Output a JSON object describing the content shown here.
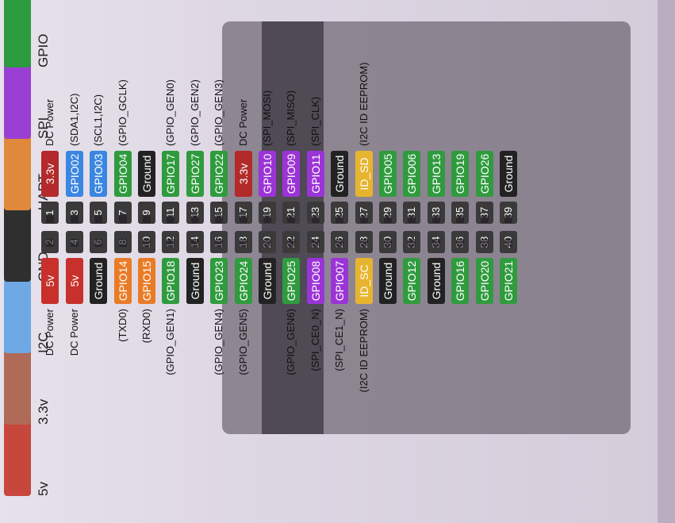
{
  "legend": [
    {
      "label": "5v",
      "color": "#c7473d"
    },
    {
      "label": "3.3v",
      "color": "#b06a58"
    },
    {
      "label": "I2C",
      "color": "#6ea9e6"
    },
    {
      "label": "GND",
      "color": "#2f2f2f"
    },
    {
      "label": "UART",
      "color": "#e0893a"
    },
    {
      "label": "SPI",
      "color": "#9a3fd3"
    },
    {
      "label": "GPIO",
      "color": "#2c9a3f"
    }
  ],
  "type_colors": {
    "gpio": "#2f9b3e",
    "gnd": "#222222",
    "spi": "#9b34d6",
    "uart": "#ea7b26",
    "i2c": "#3a86e0",
    "p5v": "#c7302b",
    "p33v": "#b32a2a",
    "id": "#e7b42f"
  },
  "top_row": [
    {
      "pin": "39",
      "label": "Ground",
      "type": "gnd",
      "note": ""
    },
    {
      "pin": "37",
      "label": "GPIO26",
      "type": "gpio",
      "note": ""
    },
    {
      "pin": "35",
      "label": "GPIO19",
      "type": "gpio",
      "note": ""
    },
    {
      "pin": "33",
      "label": "GPIO13",
      "type": "gpio",
      "note": ""
    },
    {
      "pin": "31",
      "label": "GPIO06",
      "type": "gpio",
      "note": ""
    },
    {
      "pin": "29",
      "label": "GPIO05",
      "type": "gpio",
      "note": ""
    },
    {
      "pin": "27",
      "label": "ID_SD",
      "type": "id",
      "note": "(I2C ID EEPROM)"
    },
    {
      "pin": "25",
      "label": "Ground",
      "type": "gnd",
      "note": ""
    },
    {
      "pin": "23",
      "label": "GPIO11",
      "type": "spi",
      "note": "(SPI_CLK)"
    },
    {
      "pin": "21",
      "label": "GPIO09",
      "type": "spi",
      "note": "(SPI_MISO)"
    },
    {
      "pin": "19",
      "label": "GPIO10",
      "type": "spi",
      "note": "(SPI_MOSI)"
    },
    {
      "pin": "17",
      "label": "3.3v",
      "type": "p33v",
      "note": "DC Power"
    },
    {
      "pin": "15",
      "label": "GPIO22",
      "type": "gpio",
      "note": "(GPIO_GEN3)"
    },
    {
      "pin": "13",
      "label": "GPIO27",
      "type": "gpio",
      "note": "(GPIO_GEN2)"
    },
    {
      "pin": "11",
      "label": "GPIO17",
      "type": "gpio",
      "note": "(GPIO_GEN0)"
    },
    {
      "pin": "9",
      "label": "Ground",
      "type": "gnd",
      "note": ""
    },
    {
      "pin": "7",
      "label": "GPIO04",
      "type": "gpio",
      "note": "(GPIO_GCLK)"
    },
    {
      "pin": "5",
      "label": "GPIO03",
      "type": "i2c",
      "note": "(SCL1,I2C)"
    },
    {
      "pin": "3",
      "label": "GPIO02",
      "type": "i2c",
      "note": "(SDA1,I2C)"
    },
    {
      "pin": "1",
      "label": "3.3v",
      "type": "p33v",
      "note": "DC Power"
    }
  ],
  "bottom_row": [
    {
      "pin": "40",
      "label": "GPIO21",
      "type": "gpio",
      "note": ""
    },
    {
      "pin": "38",
      "label": "GPIO20",
      "type": "gpio",
      "note": ""
    },
    {
      "pin": "36",
      "label": "GPIO16",
      "type": "gpio",
      "note": ""
    },
    {
      "pin": "34",
      "label": "Ground",
      "type": "gnd",
      "note": ""
    },
    {
      "pin": "32",
      "label": "GPIO12",
      "type": "gpio",
      "note": ""
    },
    {
      "pin": "30",
      "label": "Ground",
      "type": "gnd",
      "note": ""
    },
    {
      "pin": "28",
      "label": "ID_SC",
      "type": "id",
      "note": "(I2C ID EEPROM)"
    },
    {
      "pin": "26",
      "label": "GPIO07",
      "type": "spi",
      "note": "(SPI_CE1_N)"
    },
    {
      "pin": "24",
      "label": "GPIO08",
      "type": "spi",
      "note": "(SPI_CE0_N)"
    },
    {
      "pin": "22",
      "label": "GPIO25",
      "type": "gpio",
      "note": "(GPIO_GEN6)"
    },
    {
      "pin": "20",
      "label": "Ground",
      "type": "gnd",
      "note": ""
    },
    {
      "pin": "18",
      "label": "GPIO24",
      "type": "gpio",
      "note": "(GPIO_GEN5)"
    },
    {
      "pin": "16",
      "label": "GPIO23",
      "type": "gpio",
      "note": "(GPIO_GEN4)"
    },
    {
      "pin": "14",
      "label": "Ground",
      "type": "gnd",
      "note": ""
    },
    {
      "pin": "12",
      "label": "GPIO18",
      "type": "gpio",
      "note": "(GPIO_GEN1)"
    },
    {
      "pin": "10",
      "label": "GPIO15",
      "type": "uart",
      "note": "(RXD0)"
    },
    {
      "pin": "8",
      "label": "GPIO14",
      "type": "uart",
      "note": "(TXD0)"
    },
    {
      "pin": "6",
      "label": "Ground",
      "type": "gnd",
      "note": ""
    },
    {
      "pin": "4",
      "label": "5v",
      "type": "p5v",
      "note": "DC Power"
    },
    {
      "pin": "2",
      "label": "5v",
      "type": "p5v",
      "note": "DC Power"
    }
  ]
}
